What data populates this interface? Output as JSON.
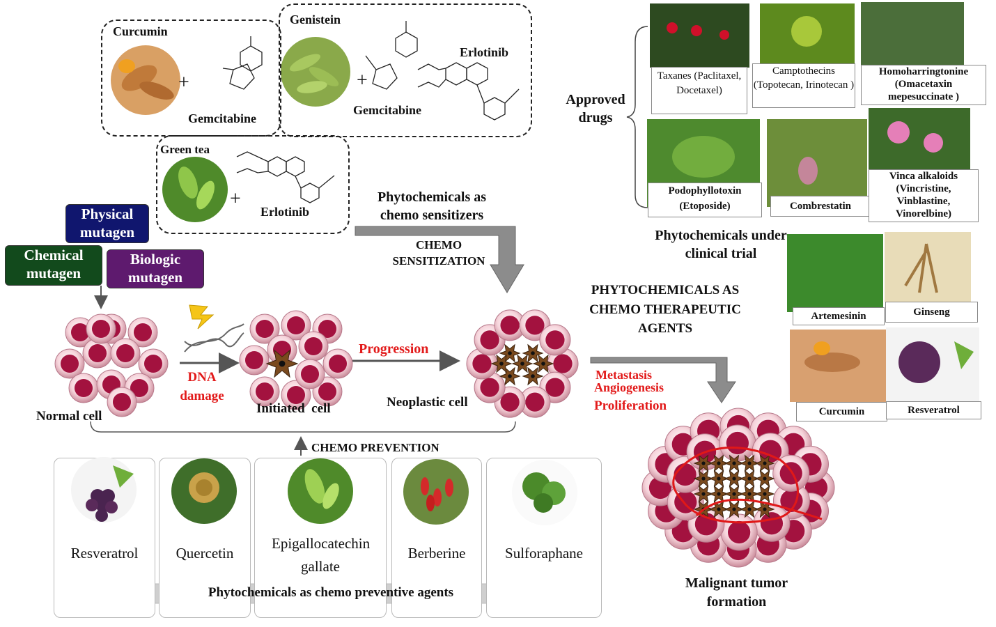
{
  "combos": {
    "curcumin": {
      "label": "Curcumin",
      "drug": "Gemcitabine"
    },
    "genistein": {
      "label": "Genistein",
      "drug1": "Gemcitabine",
      "drug2": "Erlotinib"
    },
    "green_tea": {
      "label": "Green tea",
      "drug": "Erlotinib"
    },
    "plus": "+"
  },
  "mutagens": {
    "physical": "Physical mutagen",
    "chemical": "Chemical mutagen",
    "biologic": "Biologic mutagen"
  },
  "stages": {
    "normal": "Normal cell",
    "dna_damage": "DNA damage",
    "initiated": "Initiated  cell",
    "progression": "Progression",
    "neoplastic": "Neoplastic cell",
    "malignant": "Malignant tumor formation"
  },
  "labels": {
    "sensitizers": "Phytochemicals as chemo sensitizers",
    "chemo_sensitization": "CHEMO SENSITIZATION",
    "therapeutic": "PHYTOCHEMICALS AS CHEMO THERAPEUTIC AGENTS",
    "metastasis": "Metastasis",
    "angiogenesis": "Angiogenesis",
    "proliferation": "Proliferation",
    "chemo_prevention": "CHEMO PREVENTION",
    "preventive_agents": "Phytochemicals as chemo preventive agents",
    "approved": "Approved drugs",
    "clinical_trial": "Phytochemicals under clinical trial"
  },
  "preventive": [
    {
      "name": "Resveratrol"
    },
    {
      "name": "Quercetin"
    },
    {
      "name": "Epigallocatechin gallate"
    },
    {
      "name": "Berberine"
    },
    {
      "name": "Sulforaphane"
    }
  ],
  "approved_drugs": {
    "taxanes": "Taxanes (Paclitaxel, Docetaxel)",
    "camptothecins": "Camptothecins (Topotecan, Irinotecan )",
    "homoharringtonine": "Homoharringtonine (Omacetaxin mepesuccinate )",
    "podophyllotoxin": "Podophyllotoxin (Etoposide)",
    "combrestatin": "Combrestatin",
    "vinca": "Vinca alkaloids (Vincristine, Vinblastine, Vinorelbine)"
  },
  "clinical": {
    "artemesinin": "Artemesinin",
    "ginseng": "Ginseng",
    "curcumin": "Curcumin",
    "resveratrol": "Resveratrol"
  },
  "colors": {
    "physical": "#10166e",
    "chemical": "#124a1c",
    "biologic": "#5e1a6e",
    "cell_nucleus": "#a3123f",
    "cell_body": "#f3c9d2",
    "arrow_grey": "#8c8c8c",
    "red_text": "#e21a1a"
  }
}
